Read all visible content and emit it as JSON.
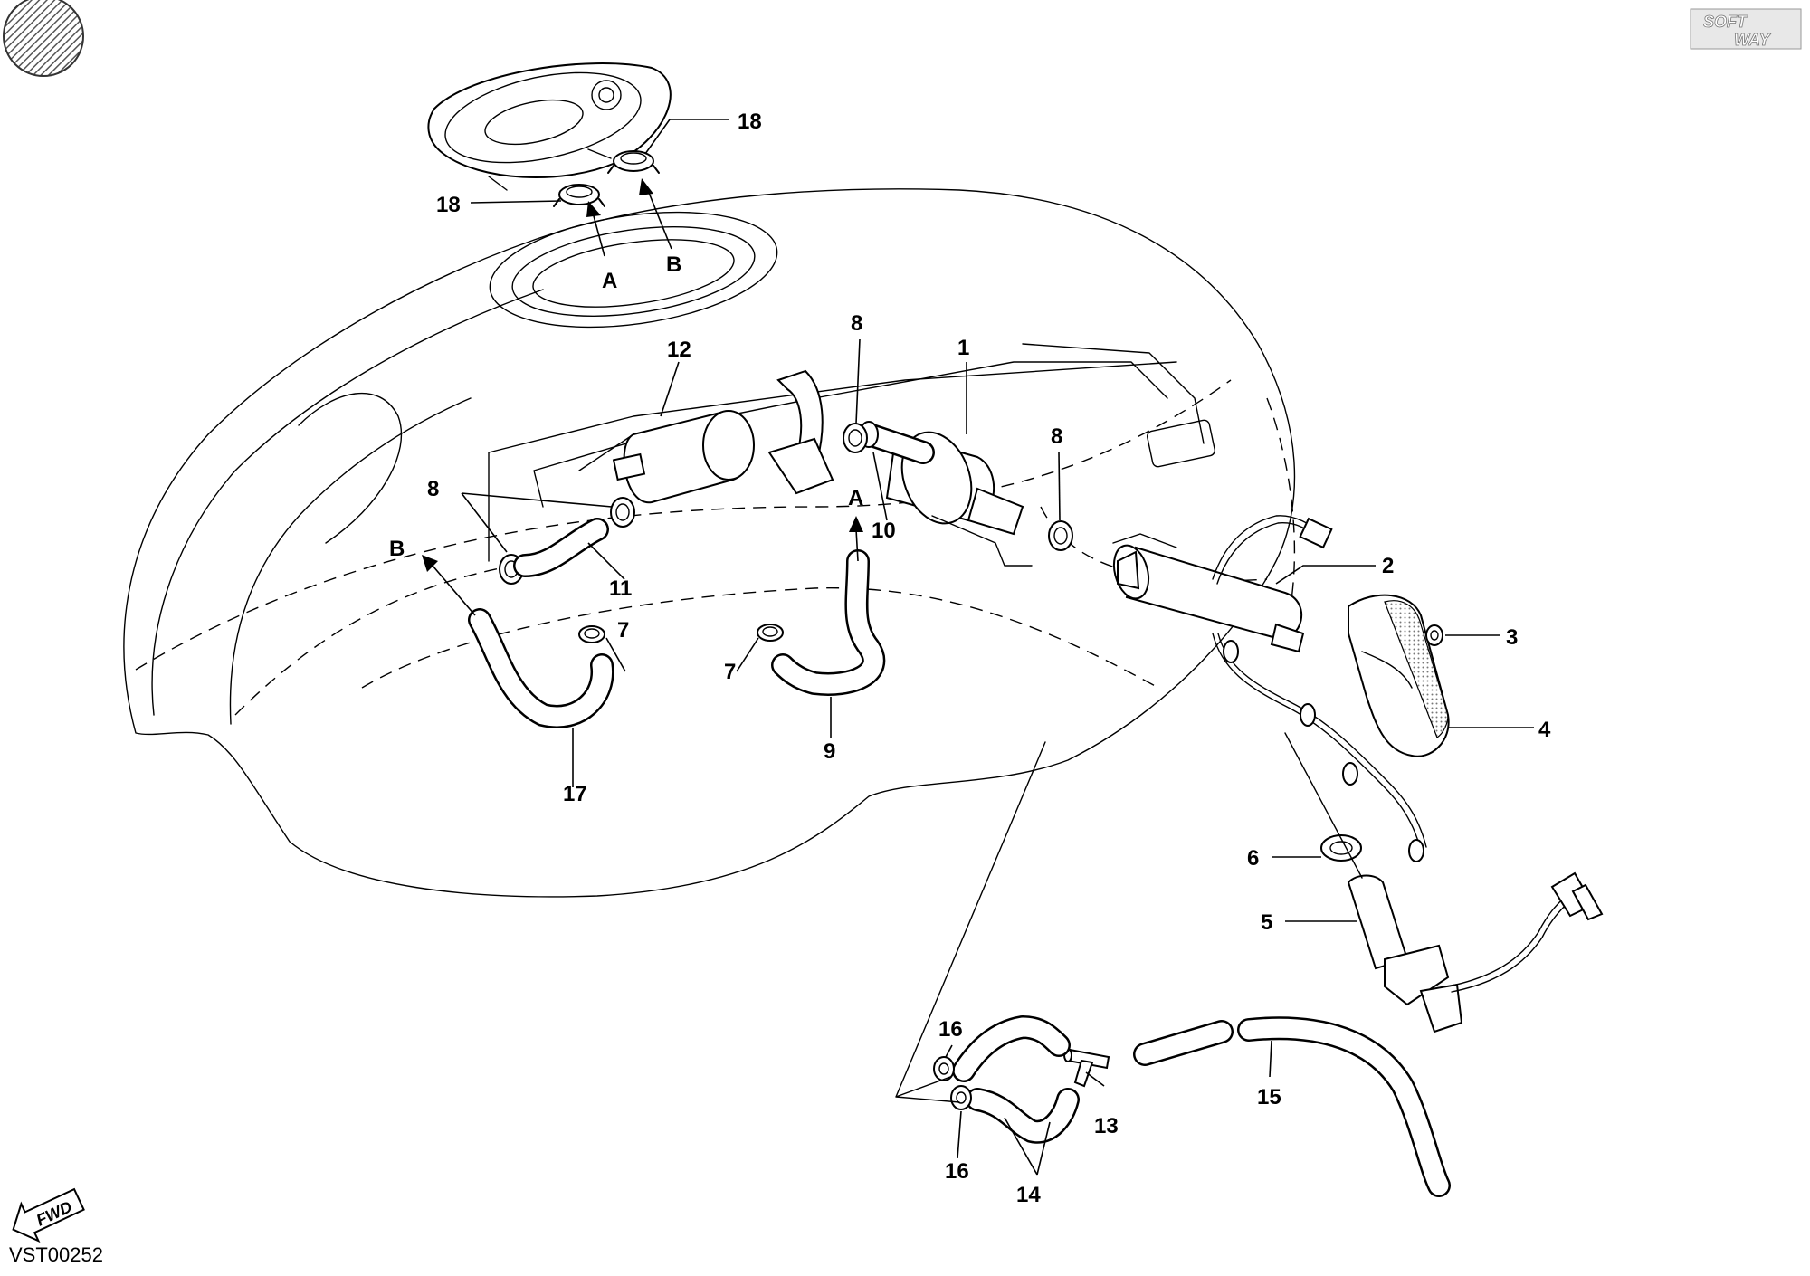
{
  "document": {
    "code": "VST00252",
    "fwd_label": "FWD",
    "brand": {
      "line1": "SOFT",
      "line2": "WAY"
    }
  },
  "callouts": {
    "c1": "1",
    "c2": "2",
    "c3": "3",
    "c4": "4",
    "c5": "5",
    "c6": "6",
    "c7a": "7",
    "c7b": "7",
    "c8a": "8",
    "c8b": "8",
    "c8c": "8",
    "c9": "9",
    "c10": "10",
    "c11": "11",
    "c12": "12",
    "c13": "13",
    "c14": "14",
    "c15": "15",
    "c16a": "16",
    "c16b": "16",
    "c17": "17",
    "c18a": "18",
    "c18b": "18"
  },
  "connection_refs": {
    "a_top": "A",
    "b_top": "B",
    "a_mid": "A",
    "b_left": "B"
  }
}
